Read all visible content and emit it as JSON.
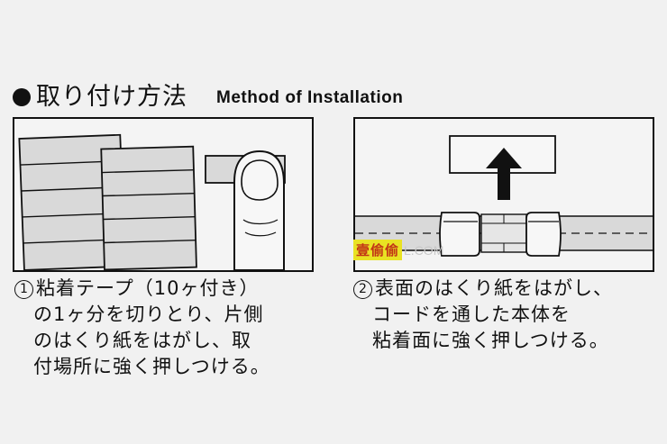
{
  "header": {
    "title_jp": "取り付け方法",
    "title_en": "Method of Installation"
  },
  "step1": {
    "number": "1",
    "lines": [
      "粘着テープ（10ヶ付き）",
      "の1ヶ分を切りとり、片側",
      "のはくり紙をはがし、取",
      "付場所に強く押しつける。"
    ]
  },
  "step2": {
    "number": "2",
    "lines": [
      "表面のはくり紙をはがし、",
      "コードを通した本体を",
      "粘着面に強く押しつける。"
    ]
  },
  "watermark": {
    "logo": "壹偷偷",
    "text": "L.COM"
  },
  "colors": {
    "background": "#f1f1f1",
    "tape_fill": "#d9d9d9",
    "ink": "#111111",
    "watermark_logo_bg": "#e9e223",
    "watermark_logo_fg": "#c23516"
  }
}
